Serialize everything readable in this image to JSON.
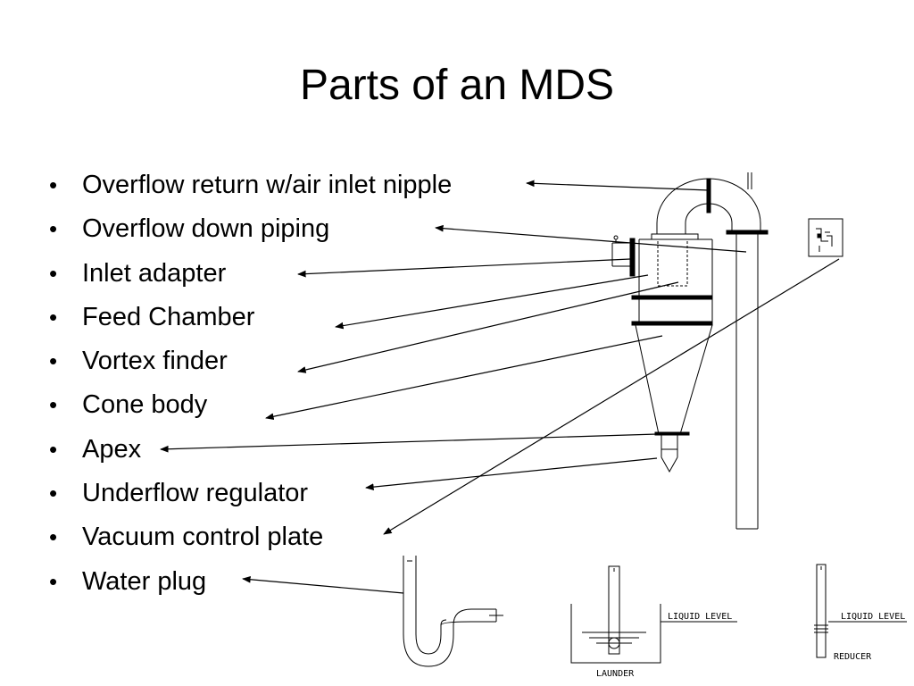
{
  "slide": {
    "title": "Parts of an MDS",
    "bullets": [
      "Overflow return w/air inlet nipple",
      "Overflow down piping",
      "Inlet adapter",
      "Feed Chamber",
      "Vortex finder",
      "Cone body",
      "Apex",
      "Underflow regulator",
      "Vacuum control plate",
      "Water plug"
    ]
  },
  "diagram": {
    "labels": {
      "liquid_level_1": "LIQUID LEVEL",
      "liquid_level_2": "LIQUID LEVEL",
      "launder": "LAUNDER",
      "reducer": "REDUCER"
    }
  }
}
